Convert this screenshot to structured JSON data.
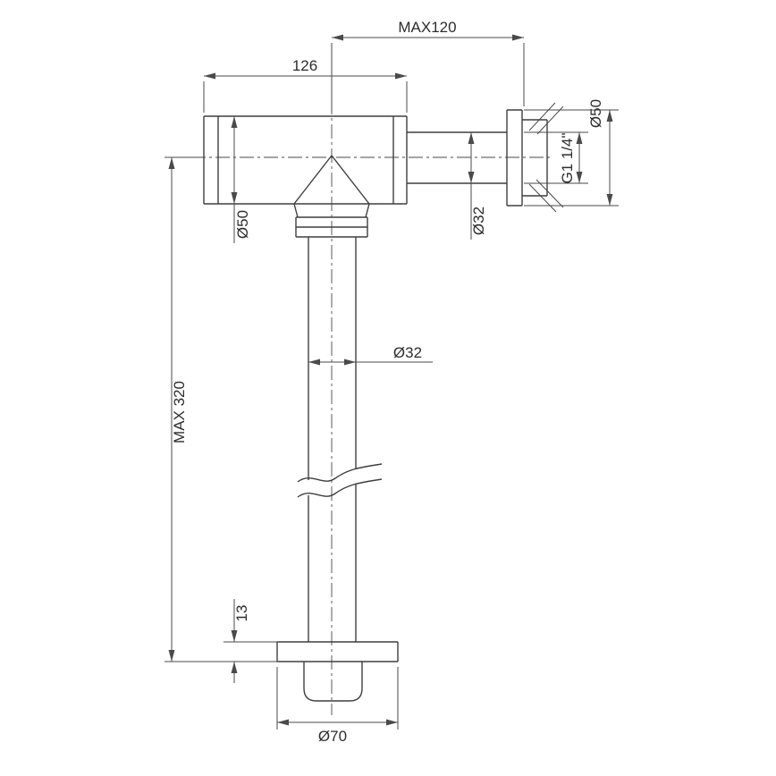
{
  "drawing": {
    "description": "Dimensioned technical drawing of a concealed flush valve with wall flange, down pipe and escutcheon",
    "labels": {
      "top_offset": "MAX120",
      "body_width": "126",
      "body_diameter": "Ø50",
      "inlet_diameter": "Ø32",
      "thread_size": "G1 1/4\"",
      "flange_diameter": "Ø50",
      "pipe_diameter": "Ø32",
      "max_height": "MAX 320",
      "plate_thickness": "13",
      "outlet_diameter": "Ø70"
    }
  },
  "colors": {
    "line": "#3f3f3f",
    "dim": "#4a4a4a",
    "text": "#2d2d2d",
    "bg": "#ffffff"
  }
}
